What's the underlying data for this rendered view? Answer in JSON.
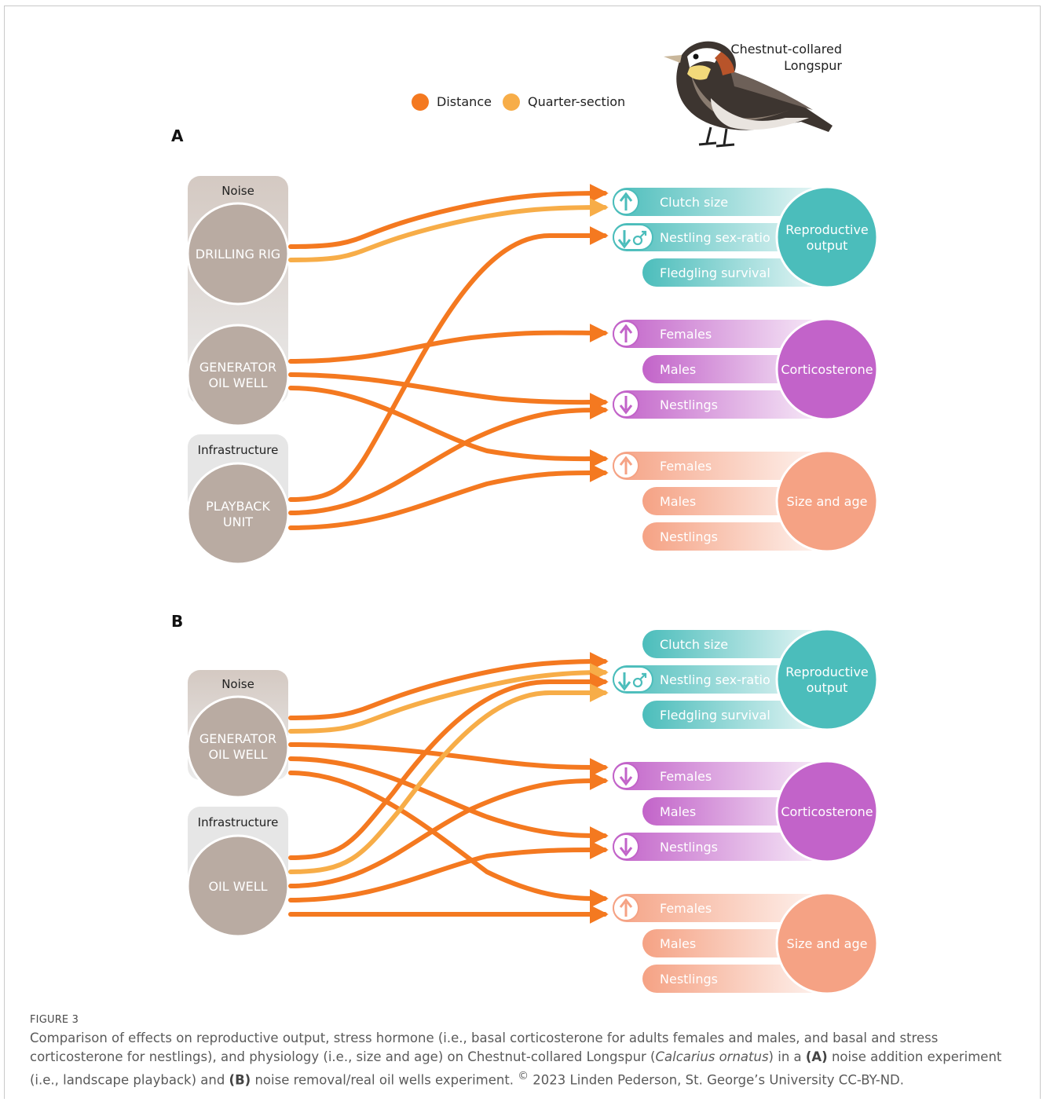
{
  "bird_label": [
    "Chestnut-collared",
    "Longspur"
  ],
  "legend": [
    {
      "label": "Distance",
      "color": "#f47920"
    },
    {
      "label": "Quarter-section",
      "color": "#f7ad48"
    }
  ],
  "colors": {
    "distance": "#f47920",
    "quarter": "#f7ad48",
    "reproductive": "#4bbdbb",
    "corticosterone": "#c263c9",
    "size_age": "#f5a284",
    "source_circle": "#b9aba2",
    "noise_band": "#d9cfc8",
    "infra_band": "#e5e5e5"
  },
  "panelA": {
    "letter": "A",
    "sources": {
      "noise_band": "Noise",
      "infra_band": "Infrastructure",
      "circle1": [
        "DRILLING RIG"
      ],
      "circle2": [
        "GENERATOR",
        "OIL WELL"
      ],
      "circle3": [
        "PLAYBACK",
        "UNIT"
      ]
    },
    "targets": {
      "reproductive": {
        "title": [
          "Reproductive",
          "output"
        ],
        "items": [
          "Clutch size",
          "Nestling sex-ratio",
          "Fledgling survival"
        ],
        "arrows": [
          "up",
          "down-male",
          ""
        ]
      },
      "cort": {
        "title": [
          "Corticosterone"
        ],
        "items": [
          "Females",
          "Males",
          "Nestlings"
        ],
        "arrows": [
          "up",
          "",
          "down"
        ]
      },
      "size": {
        "title": [
          "Size and age"
        ],
        "items": [
          "Females",
          "Males",
          "Nestlings"
        ],
        "arrows": [
          "up",
          "",
          ""
        ]
      }
    }
  },
  "panelB": {
    "letter": "B",
    "sources": {
      "noise_band": "Noise",
      "infra_band": "Infrastructure",
      "circle1": [
        "GENERATOR",
        "OIL WELL"
      ],
      "circle2": [
        "OIL WELL"
      ]
    },
    "targets": {
      "reproductive": {
        "title": [
          "Reproductive",
          "output"
        ],
        "items": [
          "Clutch size",
          "Nestling sex-ratio",
          "Fledgling survival"
        ],
        "arrows": [
          "",
          "down-male",
          ""
        ]
      },
      "cort": {
        "title": [
          "Corticosterone"
        ],
        "items": [
          "Females",
          "Males",
          "Nestlings"
        ],
        "arrows": [
          "down",
          "",
          "down"
        ]
      },
      "size": {
        "title": [
          "Size and age"
        ],
        "items": [
          "Females",
          "Males",
          "Nestlings"
        ],
        "arrows": [
          "up",
          "",
          ""
        ]
      }
    }
  },
  "caption": {
    "figure_label": "FIGURE 3",
    "text_1": "Comparison of effects on reproductive output, stress hormone (i.e., basal corticosterone for adults females and males, and basal and stress corticosterone for nestlings), and physiology (i.e., size and age) on Chestnut-collared Longspur (",
    "species": "Calcarius ornatus",
    "text_2": ") in a ",
    "a_label": "(A)",
    "text_3": " noise addition experiment (i.e., landscape playback) and ",
    "b_label": "(B)",
    "text_4": " noise removal/real oil wells experiment. ",
    "copyright_sup": "©",
    "text_5": " 2023 Linden Pederson, St. George’s University CC-BY-ND."
  }
}
